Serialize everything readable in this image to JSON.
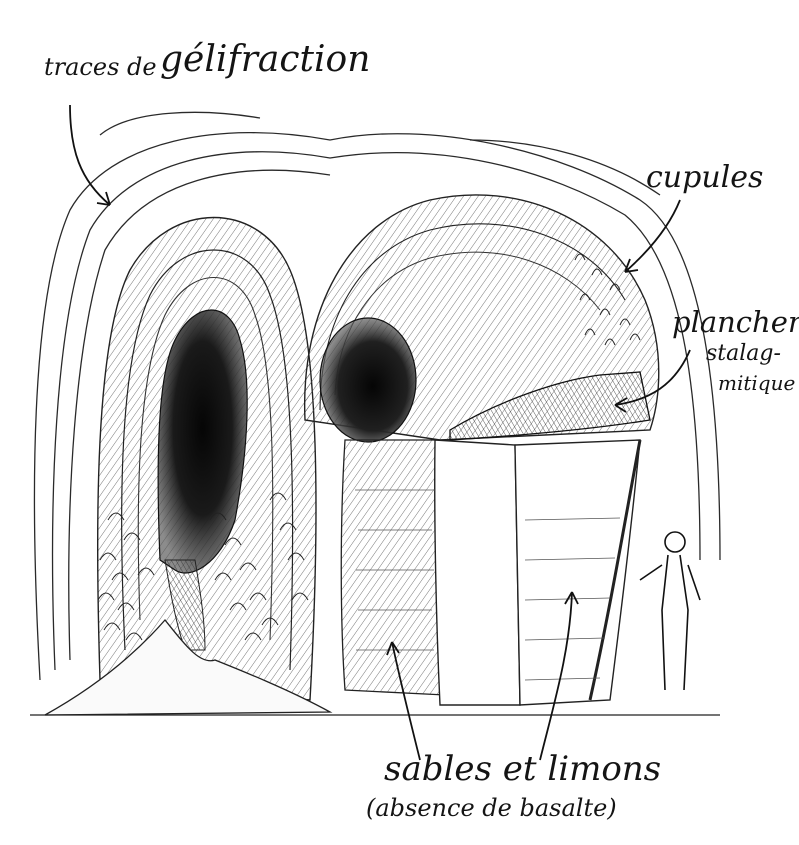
{
  "labels": {
    "gelifraction_prefix": "traces de",
    "gelifraction_main": "gélifraction",
    "cupules": "cupules",
    "plancher": "plancher",
    "stalag": "stalag-",
    "mitique": "mitique",
    "sables": "sables et limons",
    "absence": "(absence de basalte)"
  },
  "colors": {
    "ink": "#141414",
    "paper": "#ffffff",
    "shadow": "#050505"
  }
}
